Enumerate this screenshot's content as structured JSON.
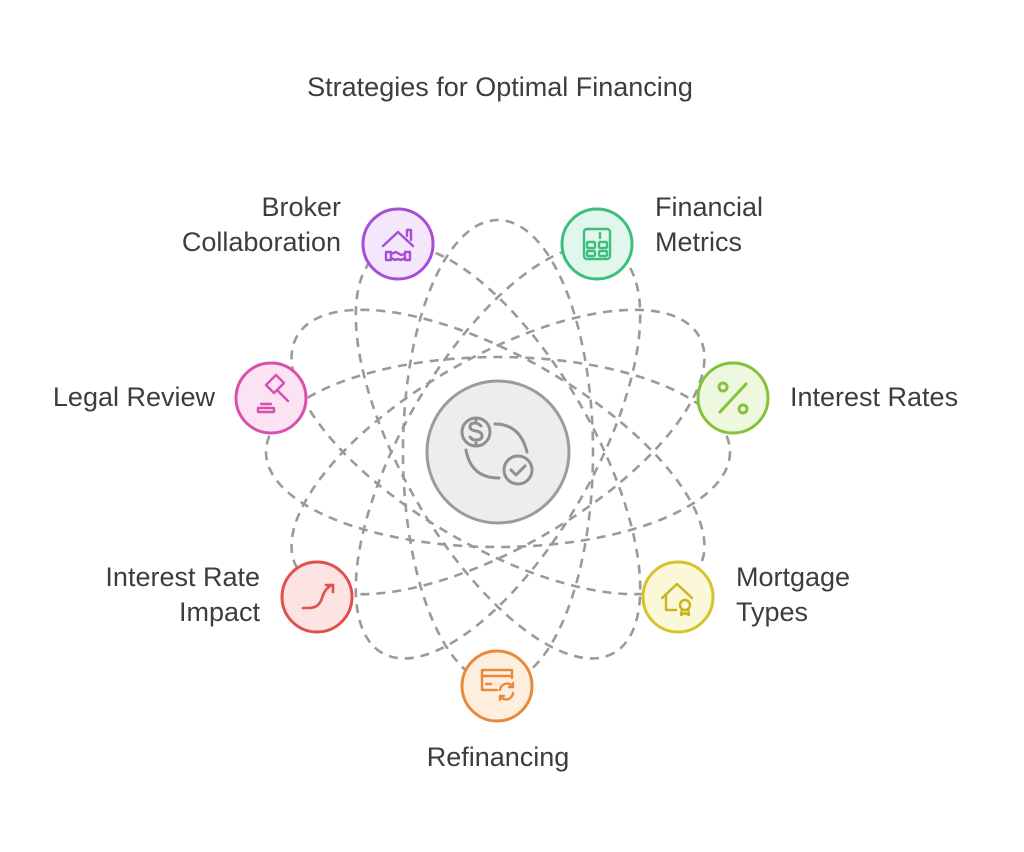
{
  "title": "Strategies for Optimal Financing",
  "center": {
    "icon": "dollar-refresh-check-icon"
  },
  "nodes": [
    {
      "id": "broker",
      "lines": [
        "Broker",
        "Collaboration"
      ],
      "icon": "house-handshake-icon",
      "color": "#a64fd6",
      "fill": "#f4e6fb"
    },
    {
      "id": "metrics",
      "lines": [
        "Financial",
        "Metrics"
      ],
      "icon": "calculator-icon",
      "color": "#3cbf7c",
      "fill": "#e2f7ec"
    },
    {
      "id": "rates",
      "lines": [
        "Interest Rates"
      ],
      "icon": "percent-icon",
      "color": "#84c23a",
      "fill": "#eef8df"
    },
    {
      "id": "mortgage",
      "lines": [
        "Mortgage",
        "Types"
      ],
      "icon": "house-badge-icon",
      "color": "#d4c42a",
      "fill": "#fbf8d9"
    },
    {
      "id": "refi",
      "lines": [
        "Refinancing"
      ],
      "icon": "card-refresh-icon",
      "color": "#e88a3c",
      "fill": "#fdeedd"
    },
    {
      "id": "impact",
      "lines": [
        "Interest Rate",
        "Impact"
      ],
      "icon": "trend-up-icon",
      "color": "#e2504d",
      "fill": "#fde4e3"
    },
    {
      "id": "legal",
      "lines": [
        "Legal Review"
      ],
      "icon": "gavel-icon",
      "color": "#d94fae",
      "fill": "#fbe3f3"
    }
  ]
}
